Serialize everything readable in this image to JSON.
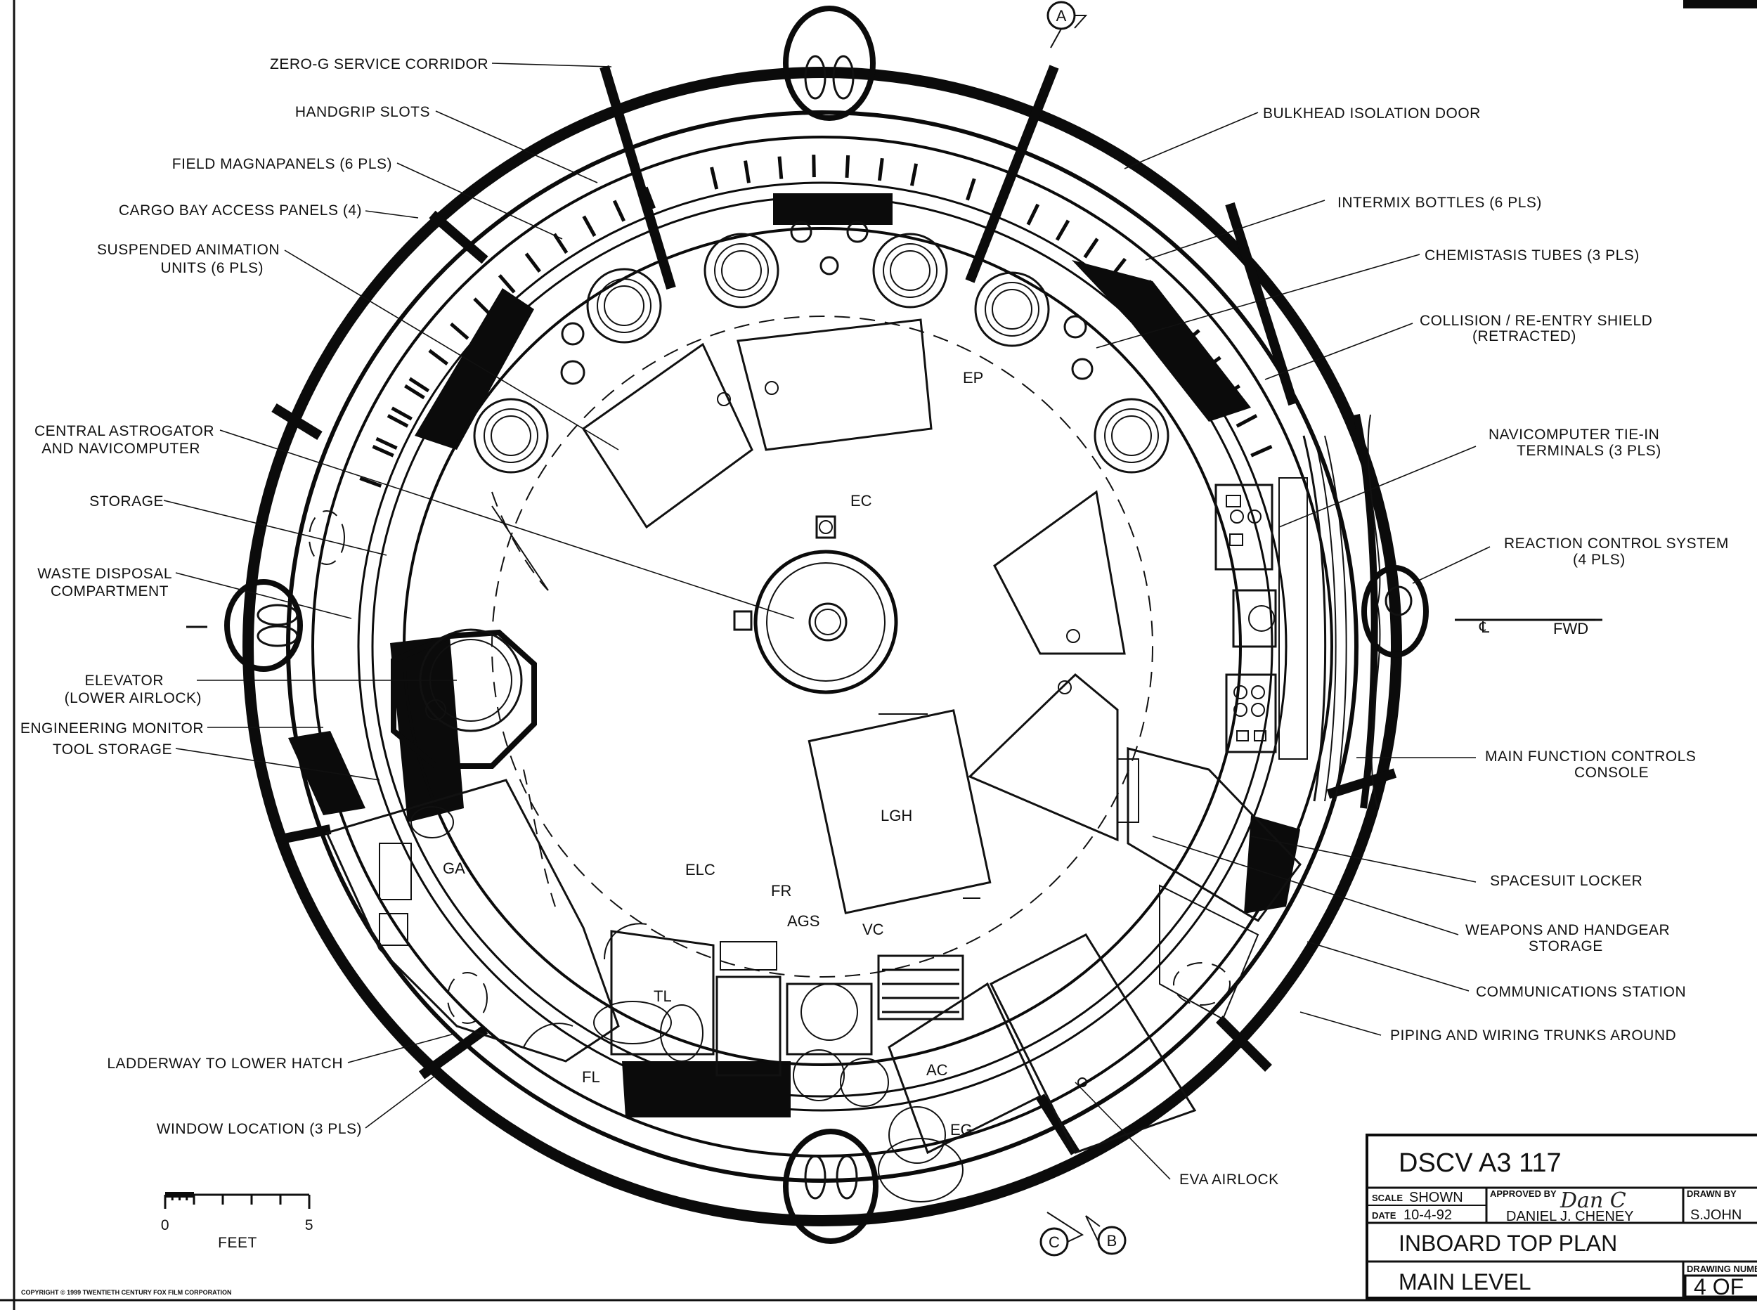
{
  "callouts": {
    "left": [
      "ZERO-G SERVICE CORRIDOR",
      "HANDGRIP SLOTS",
      "FIELD MAGNAPANELS (6 PLS)",
      "CARGO BAY ACCESS PANELS (4)",
      "SUSPENDED ANIMATION",
      "UNITS (6 PLS)",
      "CENTRAL ASTROGATOR",
      "AND NAVICOMPUTER",
      "STORAGE",
      "WASTE DISPOSAL",
      "COMPARTMENT",
      "ELEVATOR",
      "(LOWER AIRLOCK)",
      "ENGINEERING MONITOR",
      "TOOL STORAGE",
      "LADDERWAY TO LOWER HATCH",
      "WINDOW LOCATION (3 PLS)"
    ],
    "right": [
      "BULKHEAD ISOLATION DOOR",
      "INTERMIX BOTTLES (6 PLS)",
      "CHEMISTASIS TUBES (3 PLS)",
      "COLLISION / RE-ENTRY SHIELD",
      "(RETRACTED)",
      "NAVICOMPUTER TIE-IN",
      "TERMINALS (3 PLS)",
      "REACTION CONTROL SYSTEM",
      "(4 PLS)",
      "MAIN FUNCTION CONTROLS",
      "CONSOLE",
      "SPACESUIT LOCKER",
      "WEAPONS AND HANDGEAR",
      "STORAGE",
      "COMMUNICATIONS STATION",
      "PIPING AND WIRING TRUNKS AROUND",
      "EVA AIRLOCK"
    ]
  },
  "room_tags": [
    "EP",
    "EC",
    "LGH",
    "ELC",
    "FR",
    "AGS",
    "VC",
    "GA",
    "TL",
    "FL",
    "AC",
    "EG"
  ],
  "section_markers": [
    "A",
    "B",
    "C"
  ],
  "centerline": {
    "symbol": "℄",
    "label": "FWD"
  },
  "scale_bar": {
    "start": "0",
    "end": "5",
    "unit": "FEET",
    "divisions": 5
  },
  "title_block": {
    "drawing_id": "DSCV A3 117",
    "scale_label": "SCALE",
    "scale_value": "SHOWN",
    "date_label": "DATE",
    "date_value": "10-4-92",
    "approved_label": "APPROVED BY",
    "approver": "DANIEL J. CHENEY",
    "drawn_label": "DRAWN BY",
    "drawn_by": "S.JOHN",
    "title": "INBOARD TOP PLAN",
    "level": "MAIN LEVEL",
    "sheet_label": "DRAWING NUMBER",
    "sheet": "4 OF"
  },
  "copyright": "COPYRIGHT © 1999 TWENTIETH CENTURY FOX FILM CORPORATION",
  "colors": {
    "ink": "#0b0b0b",
    "paper": "#ffffff"
  }
}
